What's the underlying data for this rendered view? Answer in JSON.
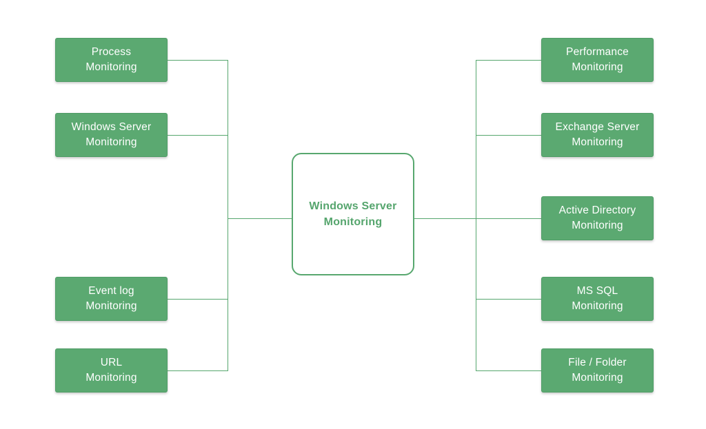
{
  "title": "Windows Server Monitoring diagram",
  "colors": {
    "background": "#ffffff",
    "node_fill": "#5ba971",
    "node_border": "#4f9c66",
    "node_text": "#ffffff",
    "connector": "#55a66d",
    "center_fill": "#ffffff",
    "center_border": "#57a76e",
    "center_text": "#55a56d"
  },
  "center_node": {
    "line1": "Windows Server",
    "line2": "Monitoring"
  },
  "left_nodes": [
    {
      "line1": "Process",
      "line2": "Monitoring"
    },
    {
      "line1": "Windows Server",
      "line2": "Monitoring"
    },
    {
      "line1": "Event log",
      "line2": "Monitoring"
    },
    {
      "line1": "URL",
      "line2": "Monitoring"
    }
  ],
  "right_nodes": [
    {
      "line1": "Performance",
      "line2": "Monitoring"
    },
    {
      "line1": "Exchange Server",
      "line2": "Monitoring"
    },
    {
      "line1": "Active Directory",
      "line2": "Monitoring"
    },
    {
      "line1": "MS SQL",
      "line2": "Monitoring"
    },
    {
      "line1": "File / Folder",
      "line2": "Monitoring"
    }
  ]
}
